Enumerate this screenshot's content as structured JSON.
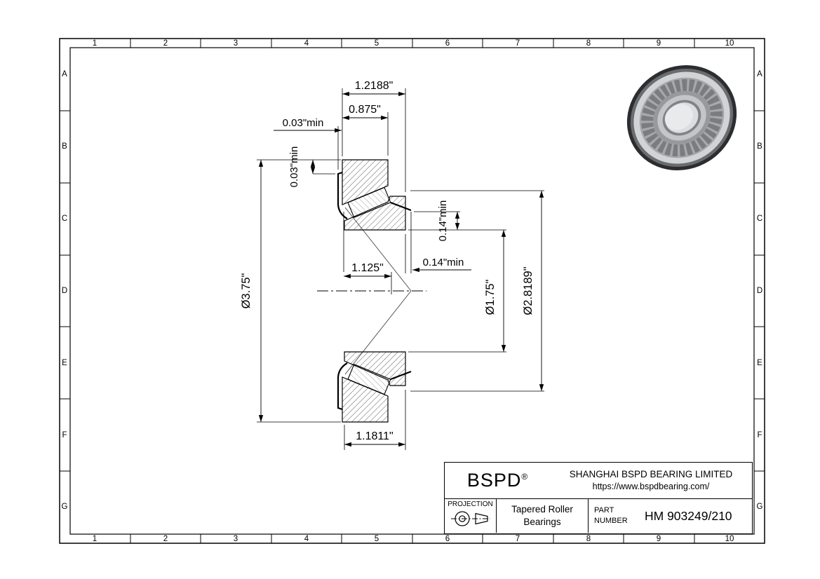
{
  "colors": {
    "background": "#ffffff",
    "line": "#000000"
  },
  "frame": {
    "cols": [
      "1",
      "2",
      "3",
      "4",
      "5",
      "6",
      "7",
      "8",
      "9",
      "10"
    ],
    "rows": [
      "A",
      "B",
      "C",
      "D",
      "E",
      "F",
      "G"
    ]
  },
  "dims": {
    "total_width": "1.2188\"",
    "cup_width": "0.875\"",
    "gap_left_axial": "0.03\"min",
    "gap_left_radial": "0.03\"min",
    "outer_diameter": "Ø3.75\"",
    "load_center": "1.125\"",
    "gap_right_axial": "0.14\"min",
    "gap_right_radial": "0.14\"min",
    "bore_diameter": "Ø1.75\"",
    "cup_front_diameter": "Ø2.8189\"",
    "cone_width": "1.1811\""
  },
  "title_block": {
    "brand": "BSPD",
    "registered": "®",
    "company": "SHANGHAI BSPD BEARING LIMITED",
    "website": "https://www.bspdbearing.com/",
    "projection_label": "PROJECTION",
    "product_line1": "Tapered Roller",
    "product_line2": "Bearings",
    "part_label_line1": "PART",
    "part_label_line2": "NUMBER",
    "part_number": "HM 903249/210"
  }
}
